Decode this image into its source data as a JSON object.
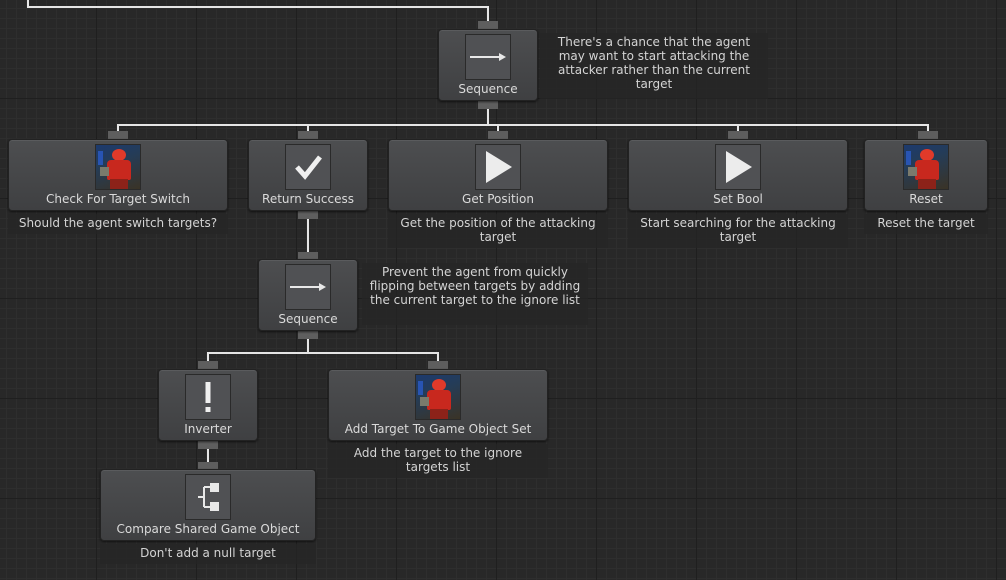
{
  "colors": {
    "wire": "#e6e6e6",
    "port": "#5e5e5e",
    "node_body": "#46474a",
    "comment_text": "#d4d4d4",
    "label_text": "#dadada"
  },
  "nodes": {
    "sequence_top": {
      "label": "Sequence",
      "icon": "arrow-right-icon",
      "comment": "There's a chance that the agent may want to start attacking the attacker rather than the current target"
    },
    "check_target_switch": {
      "label": "Check For Target Switch",
      "icon": "character-portrait-icon",
      "comment": "Should the agent switch targets?"
    },
    "return_success": {
      "label": "Return Success",
      "icon": "checkmark-icon",
      "comment": ""
    },
    "get_position": {
      "label": "Get Position",
      "icon": "play-icon",
      "comment": "Get the position of the attacking target"
    },
    "set_bool": {
      "label": "Set Bool",
      "icon": "play-icon",
      "comment": "Start searching for the attacking target"
    },
    "reset": {
      "label": "Reset",
      "icon": "character-portrait-icon",
      "comment": "Reset the target"
    },
    "sequence_mid": {
      "label": "Sequence",
      "icon": "arrow-right-icon",
      "comment": "Prevent the agent from quickly flipping between targets by adding the current target to the ignore list"
    },
    "inverter": {
      "label": "Inverter",
      "icon": "exclamation-icon",
      "comment": ""
    },
    "add_target": {
      "label": "Add Target To Game Object Set",
      "icon": "character-portrait-icon",
      "comment": "Add the target to the ignore targets list"
    },
    "compare_shared": {
      "label": "Compare Shared Game Object",
      "icon": "conditional-branch-icon",
      "comment": "Don't add a null target"
    }
  }
}
